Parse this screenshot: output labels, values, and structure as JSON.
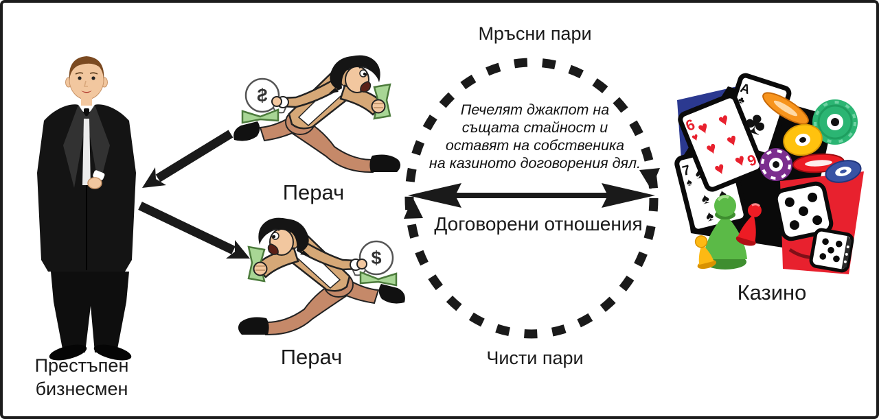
{
  "labels": {
    "businessman_line1": "Престъпен",
    "businessman_line2": "бизнесмен",
    "launderer_top": "Перач",
    "launderer_bottom": "Перач",
    "casino": "Казино",
    "dirty_money": "Мръсни пари",
    "clean_money": "Чисти пари",
    "agreement": "Договорени отношения"
  },
  "note": {
    "line1": "Печелят джакпот на",
    "line2": "същата стайност и",
    "line3": "оставят на собственика",
    "line4": "на казиното договорения дял."
  },
  "symbols": {
    "money_bag": "$",
    "card_hearts_rank": "6",
    "card_hearts_suit": "♥",
    "card_clubs_rank": "A",
    "card_clubs_suit": "♣",
    "card_spades_rank": "7",
    "card_spades_suit": "♠"
  },
  "colors": {
    "outline_black": "#1a1a1a",
    "money_green": "#a8d695",
    "money_green_border": "#4c7b3c",
    "jacket_tan": "#d6a877",
    "pants_salmon": "#c58969",
    "skin": "#f2c79f",
    "hair_brown": "#7b4a21",
    "heart_red": "#e8212e",
    "chip_orange": "#f7941d",
    "chip_yellow": "#ffc20e",
    "chip_green": "#2bb573",
    "chip_purple": "#7b2d8e",
    "chip_red": "#ed1c24",
    "chip_blue": "#3953a4",
    "pawn_green": "#5bba47",
    "pawn_yellow": "#fdb913",
    "pawn_red": "#ed1c24",
    "card_back_blue": "#2b3990",
    "casino_red": "#e8212e"
  }
}
